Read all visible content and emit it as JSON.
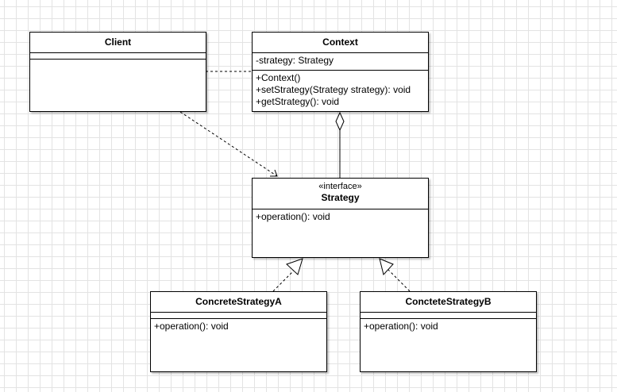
{
  "classes": {
    "client": {
      "name": "Client",
      "attributes": [],
      "operations": []
    },
    "context": {
      "name": "Context",
      "attributes": [
        "-strategy: Strategy"
      ],
      "operations": [
        "+Context()",
        "+setStrategy(Strategy strategy): void",
        "+getStrategy(): void"
      ]
    },
    "strategy": {
      "stereotype": "«interface»",
      "name": "Strategy",
      "operations": [
        "+operation(): void"
      ]
    },
    "concrete_a": {
      "name": "ConcreteStrategyA",
      "attributes": [],
      "operations": [
        "+operation(): void"
      ]
    },
    "concrete_b": {
      "name": "ConcteteStrategyB",
      "attributes": [],
      "operations": [
        "+operation(): void"
      ]
    }
  },
  "relationships": [
    {
      "from": "Client",
      "to": "Context",
      "kind": "dependency"
    },
    {
      "from": "Client",
      "to": "Strategy",
      "kind": "dependency"
    },
    {
      "from": "Context",
      "to": "Strategy",
      "kind": "aggregation"
    },
    {
      "from": "ConcreteStrategyA",
      "to": "Strategy",
      "kind": "realization"
    },
    {
      "from": "ConcteteStrategyB",
      "to": "Strategy",
      "kind": "realization"
    }
  ],
  "colors": {
    "line": "#000000",
    "grid": "#e3e3e3",
    "fill": "#ffffff"
  }
}
